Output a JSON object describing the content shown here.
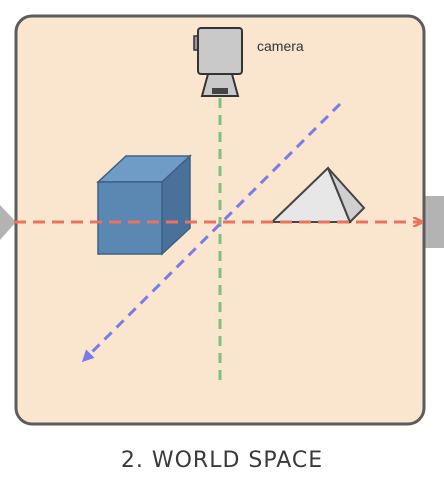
{
  "diagram": {
    "caption": "2. WORLD SPACE",
    "camera_label": "camera",
    "colors": {
      "panel_fill": "#fae5cf",
      "panel_border": "#5c5c5c",
      "x_axis": "#e8735e",
      "y_axis": "#7fbf7f",
      "z_axis": "#7b7be8",
      "cube_front": "#5b87b3",
      "cube_top": "#6f9cc7",
      "cube_side": "#4a719a",
      "pyramid": "#e7e7e7",
      "camera_body": "#c9c9c9",
      "side_arrows": "#b3b3b3"
    },
    "objects": [
      {
        "name": "cube",
        "icon": "cube-icon"
      },
      {
        "name": "pyramid",
        "icon": "pyramid-icon"
      },
      {
        "name": "camera",
        "icon": "camera-icon"
      }
    ]
  }
}
